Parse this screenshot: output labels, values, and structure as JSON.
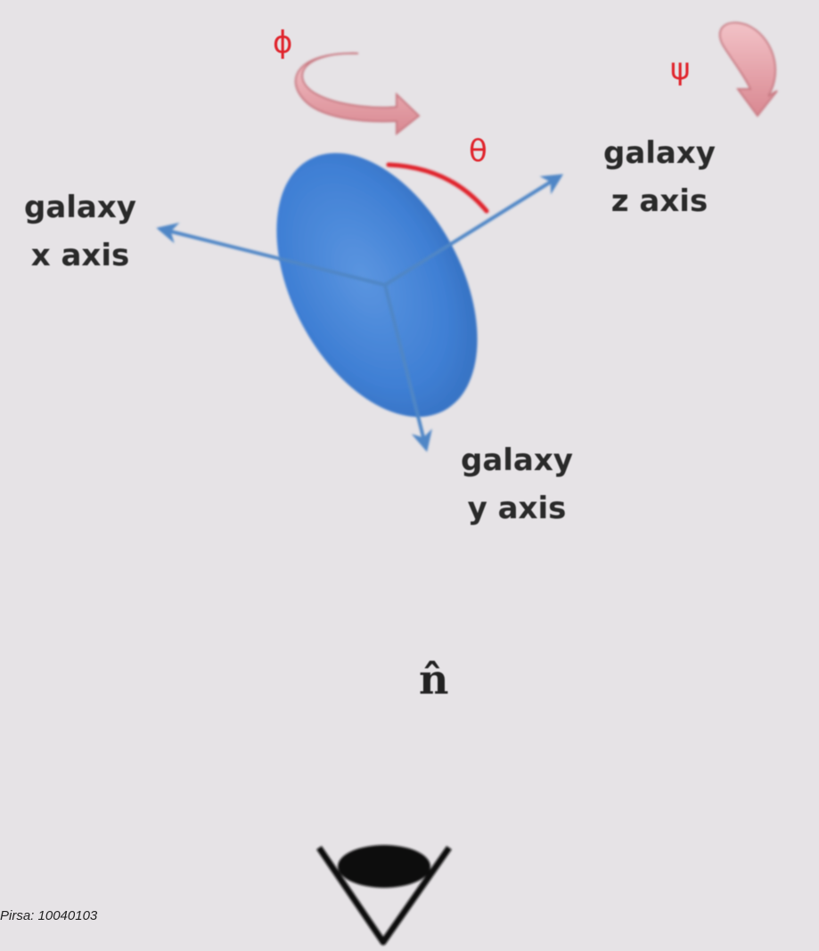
{
  "labels": {
    "galaxy_x": [
      "galaxy",
      "x axis"
    ],
    "galaxy_y": [
      "galaxy",
      "y axis"
    ],
    "galaxy_z": [
      "galaxy",
      "z axis"
    ]
  },
  "angles": {
    "phi": "ϕ",
    "psi": "ψ",
    "theta": "θ"
  },
  "line_of_sight": "n̂",
  "credit": "Pirsa: 10040103",
  "colors": {
    "background": "#e6e3e6",
    "axis_arrow": "#4f86c6",
    "galaxy_fill": "#3f7fd4",
    "angle_red": "#e0242c",
    "rotation_arrow_fill": "#e9a6ad",
    "eye": "#111111"
  }
}
